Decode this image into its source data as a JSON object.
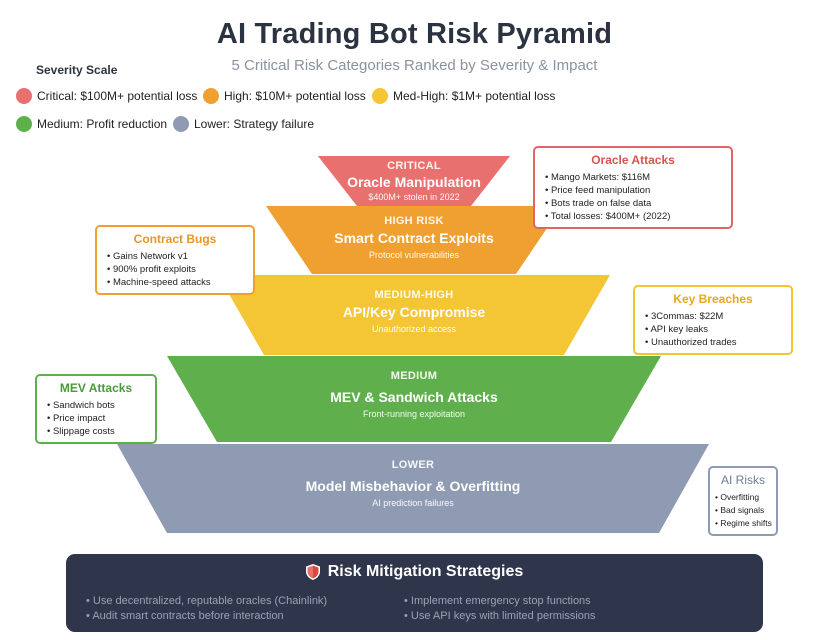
{
  "header": {
    "title": "AI Trading Bot Risk Pyramid",
    "subtitle": "5 Critical Risk Categories Ranked by Severity & Impact"
  },
  "legend": {
    "label": "Severity Scale",
    "items": [
      {
        "text": "Critical: $100M+ potential loss",
        "color": "#e8706f"
      },
      {
        "text": "High: $10M+ potential loss",
        "color": "#f0a030"
      },
      {
        "text": "Med-High: $1M+ potential loss",
        "color": "#f4c534"
      },
      {
        "text": "Medium: Profit reduction",
        "color": "#5fb04c"
      },
      {
        "text": "Lower: Strategy failure",
        "color": "#8e9bb2"
      }
    ]
  },
  "pyramid": [
    {
      "level": "CRITICAL",
      "name": "Oracle Manipulation",
      "desc": "$400M+ stolen in 2022",
      "color": "#e8706f"
    },
    {
      "level": "HIGH RISK",
      "name": "Smart Contract Exploits",
      "desc": "Protocol vulnerabilities",
      "color": "#f0a030"
    },
    {
      "level": "MEDIUM-HIGH",
      "name": "API/Key Compromise",
      "desc": "Unauthorized access",
      "color": "#f4c534"
    },
    {
      "level": "MEDIUM",
      "name": "MEV & Sandwich Attacks",
      "desc": "Front-running exploitation",
      "color": "#5fb04c"
    },
    {
      "level": "LOWER",
      "name": "Model Misbehavior & Overfitting",
      "desc": "AI prediction failures",
      "color": "#8e9bb2"
    }
  ],
  "callouts": {
    "oracle": {
      "title": "Oracle Attacks",
      "color": "#e06666",
      "items": [
        "Mango Markets: $116M",
        "Price feed manipulation",
        "Bots trade on false data",
        "Total losses: $400M+ (2022)"
      ]
    },
    "contract": {
      "title": "Contract Bugs",
      "color": "#f0a030",
      "items": [
        "Gains Network v1",
        "900% profit exploits",
        "Machine-speed attacks"
      ]
    },
    "keys": {
      "title": "Key Breaches",
      "color": "#f2c431",
      "items": [
        "3Commas: $22M",
        "API key leaks",
        "Unauthorized trades"
      ]
    },
    "mev": {
      "title": "MEV Attacks",
      "color": "#5fb04c",
      "items": [
        "Sandwich bots",
        "Price impact",
        "Slippage costs"
      ]
    },
    "ai": {
      "title": "AI Risks",
      "color": "#8e9bb2",
      "items": [
        "Overfitting",
        "Bad signals",
        "Regime shifts"
      ]
    }
  },
  "mitigation": {
    "title": "Risk Mitigation Strategies",
    "left": [
      "Use decentralized, reputable oracles (Chainlink)",
      "Audit smart contracts before interaction"
    ],
    "right": [
      "Implement emergency stop functions",
      "Use API keys with limited permissions"
    ]
  }
}
